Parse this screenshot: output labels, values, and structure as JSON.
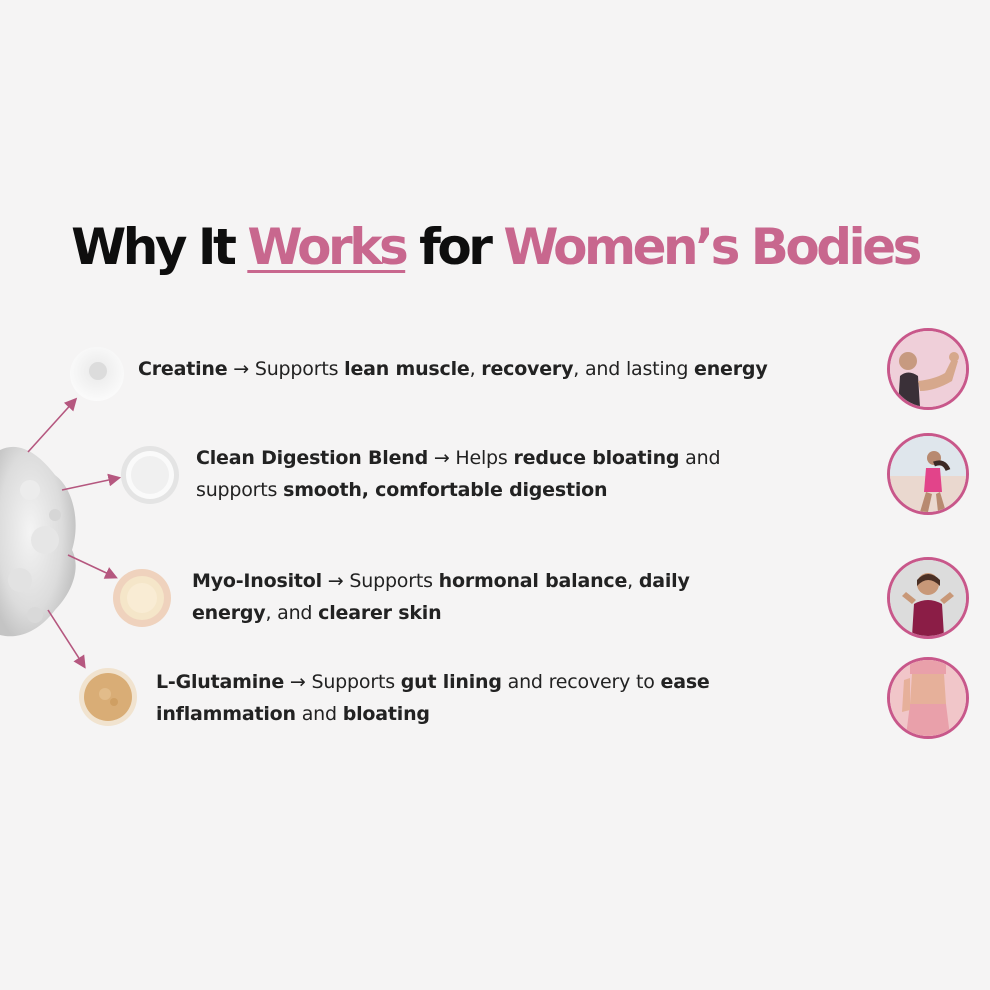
{
  "title": {
    "part1": "Why It",
    "part2": "Works",
    "part3": "for",
    "part4": "Women’s Bodies"
  },
  "colors": {
    "accent": "#c8678e",
    "ring": "#c8578a",
    "arrow": "#b5577f",
    "text": "#222222",
    "background": "#f5f4f4"
  },
  "ingredients": [
    {
      "name": "Creatine",
      "arrow": "→",
      "segments": [
        "Supports",
        "lean muscle",
        ", ",
        "recovery",
        ", and lasting",
        "energy"
      ],
      "icon": "white-powder-icon",
      "photo": "woman-flexing-photo"
    },
    {
      "name": "Clean Digestion Blend",
      "arrow": "→",
      "segments": [
        "Helps",
        "reduce bloating",
        "and",
        "supports",
        "smooth, comfortable digestion"
      ],
      "icon": "white-powder-bowl-icon",
      "photo": "woman-running-beach-photo"
    },
    {
      "name": "Myo-Inositol",
      "arrow": "→",
      "segments": [
        "Supports",
        "hormonal balance",
        ",",
        "daily",
        "energy",
        ", and",
        "clearer skin"
      ],
      "icon": "cream-powder-icon",
      "photo": "woman-workout-photo"
    },
    {
      "name": "L-Glutamine",
      "arrow": "→",
      "segments": [
        "Supports",
        "gut lining",
        "and recovery to",
        "ease",
        "inflammation",
        "and",
        "bloating"
      ],
      "icon": "tan-powder-icon",
      "photo": "woman-midriff-photo"
    }
  ]
}
